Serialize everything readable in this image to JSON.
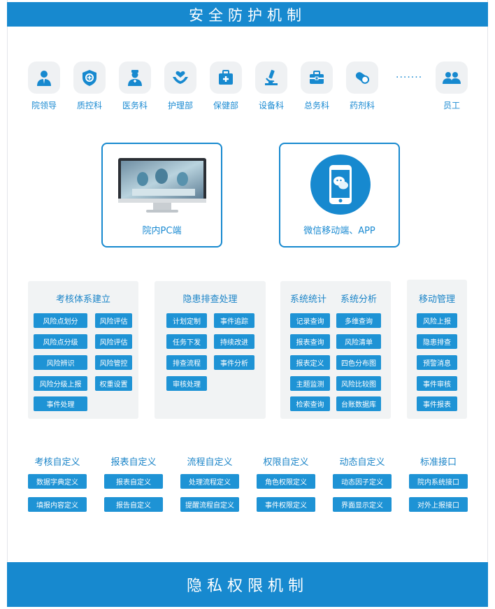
{
  "header": {
    "title": "安全防护机制"
  },
  "footer": {
    "title": "隐私权限机制"
  },
  "departments": [
    "院领导",
    "质控科",
    "医务科",
    "护理部",
    "保健部",
    "设备科",
    "总务科",
    "药剂科",
    "员工"
  ],
  "ellipsis": "·······",
  "terminals": {
    "pc": "院内PC端",
    "mobile": "微信移动端、APP"
  },
  "panels": {
    "kaohe": {
      "title": "考核体系建立",
      "items": [
        "风险点划分",
        "风险评估",
        "风险点分级",
        "风险评估",
        "风险辨识",
        "风险管控",
        "风险分级上报",
        "权重设置",
        "事件处理"
      ]
    },
    "yinhuan": {
      "title": "隐患排查处理",
      "items": [
        "计划定制",
        "事件追踪",
        "任务下发",
        "持续改进",
        "排查流程",
        "事件分析",
        "审核处理"
      ]
    },
    "tongji": {
      "title1": "系统统计",
      "title2": "系统分析",
      "items": [
        "记录查询",
        "多维查询",
        "报表查询",
        "风险清单",
        "报表定义",
        "四色分布图",
        "主题监测",
        "风险比较图",
        "检索查询",
        "台账数据库"
      ]
    },
    "yidong": {
      "title": "移动管理",
      "items": [
        "风险上报",
        "隐患排查",
        "预警消息",
        "事件审核",
        "事件报表"
      ]
    }
  },
  "custom": [
    {
      "title": "考核自定义",
      "items": [
        "数据字典定义",
        "填报内容定义"
      ]
    },
    {
      "title": "报表自定义",
      "items": [
        "报表自定义",
        "报告自定义"
      ]
    },
    {
      "title": "流程自定义",
      "items": [
        "处理流程定义",
        "提醒流程自定义"
      ]
    },
    {
      "title": "权限自定义",
      "items": [
        "角色权限定义",
        "事件权限定义"
      ]
    },
    {
      "title": "动态自定义",
      "items": [
        "动态因子定义",
        "界面显示定义"
      ]
    },
    {
      "title": "标准接口",
      "items": [
        "院内系统接口",
        "对外上报接口"
      ]
    }
  ],
  "colors": {
    "primary": "#1789cf",
    "tag": "#1e93d5",
    "panel": "#f1f3f4",
    "text": "#1a8ad2"
  }
}
